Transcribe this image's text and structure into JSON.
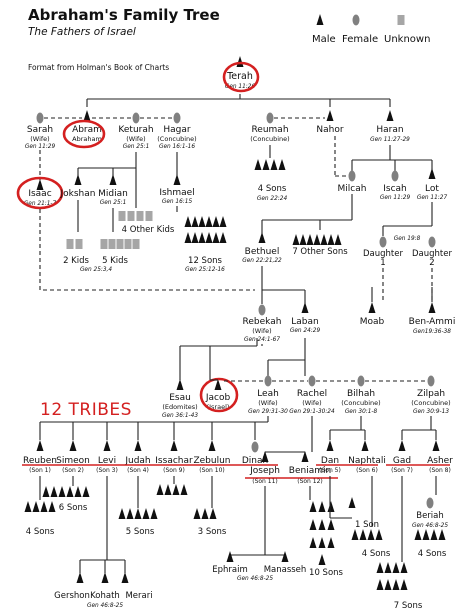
{
  "header": {
    "title": "Abraham's Family Tree",
    "subtitle": "The Fathers of Israel",
    "note": "Format from Holman's Book of Charts",
    "tribes_label": "12 TRIBES"
  },
  "legend": {
    "male": "Male",
    "female": "Female",
    "unknown": "Unknown"
  },
  "colors": {
    "male": "#111111",
    "female": "#808080",
    "unknown": "#a6a6a6",
    "highlight": "#d42020",
    "line": "#222222"
  },
  "people": {
    "terah": {
      "name": "Terah",
      "ref": "Gen 11:26"
    },
    "sarah": {
      "name": "Sarah",
      "role": "(Wife)",
      "ref": "Gen 11:29"
    },
    "abram": {
      "name": "Abram",
      "sub": "Abraham"
    },
    "keturah": {
      "name": "Keturah",
      "role": "(Wife)",
      "ref": "Gen 25:1"
    },
    "hagar": {
      "name": "Hagar",
      "role": "(Concubine)",
      "ref": "Gen 16:1-16"
    },
    "reumah": {
      "name": "Reumah",
      "role": "(Concubine)"
    },
    "nahor": {
      "name": "Nahor"
    },
    "haran": {
      "name": "Haran",
      "ref": "Gen 11:27-29"
    },
    "isaac": {
      "name": "Isaac",
      "ref": "Gen 21:1-7"
    },
    "jokshan": {
      "name": "Jokshan"
    },
    "midian": {
      "name": "Midian",
      "ref": "Gen 25:1"
    },
    "ishmael": {
      "name": "Ishmael",
      "ref": "Gen 16:15"
    },
    "milcah": {
      "name": "Milcah"
    },
    "iscah": {
      "name": "Iscah",
      "ref": "Gen 11:29"
    },
    "lot": {
      "name": "Lot",
      "ref": "Gen 11:27"
    },
    "bethuel": {
      "name": "Bethuel",
      "ref": "Gen 22:21,22"
    },
    "daughter1": {
      "name": "Daughter",
      "num": "1"
    },
    "daughter2": {
      "name": "Daughter",
      "num": "2"
    },
    "daughters_ref": "Gen 19:8",
    "moab": {
      "name": "Moab"
    },
    "benammi": {
      "name": "Ben-Ammi",
      "ref": "Gen19:36-38"
    },
    "rebekah": {
      "name": "Rebekah",
      "role": "(Wife)",
      "ref": "Gen 24:1-67"
    },
    "laban": {
      "name": "Laban",
      "ref": "Gen 24:29"
    },
    "esau": {
      "name": "Esau",
      "role": "(Edomites)",
      "ref": "Gen 36:1-43"
    },
    "jacob": {
      "name": "Jacob",
      "sub": "(Israel)"
    },
    "leah": {
      "name": "Leah",
      "role": "(Wife)",
      "ref": "Gen 29:31-30"
    },
    "rachel": {
      "name": "Rachel",
      "role": "(Wife)",
      "ref": "Gen 29:1-30:24"
    },
    "bilhah": {
      "name": "Bilhah",
      "role": "(Concubine)",
      "ref": "Gen 30:1-8"
    },
    "zilpah": {
      "name": "Zilpah",
      "role": "(Concubine)",
      "ref": "Gen 30:9-13"
    }
  },
  "groups": {
    "reumah_sons": {
      "label": "4 Sons",
      "ref": "Gen 22:24"
    },
    "nahor_other_sons": {
      "label": "7 Other Sons"
    },
    "keturah_other_kids": {
      "label": "4 Other Kids"
    },
    "ishmael_sons": {
      "label": "12 Sons",
      "ref": "Gen 25:12-16"
    },
    "jokshan_kids": {
      "label": "2 Kids"
    },
    "midian_kids": {
      "label": "5 Kids"
    },
    "jokshan_midian_ref": "Gen 25:3,4",
    "reuben_sons": {
      "label": "4 Sons"
    },
    "simeon_sons": {
      "label": "6 Sons"
    },
    "judah_sons": {
      "label": "5 Sons"
    },
    "issachar_sons": {
      "label": "3 Sons"
    },
    "zebulun_sons": {
      "label": "3 Sons"
    },
    "benjamin_sons": {
      "label": "10 Sons"
    },
    "dan_son": {
      "label": "1 Son"
    },
    "naphtali_sons": {
      "label": "4 Sons"
    },
    "gad_sons": {
      "label": "7 Sons"
    },
    "asher_sons": {
      "label": "4 Sons"
    }
  },
  "tribes": [
    {
      "name": "Reuben",
      "son": "(Son 1)"
    },
    {
      "name": "Simeon",
      "son": "(Son 2)"
    },
    {
      "name": "Levi",
      "son": "(Son 3)"
    },
    {
      "name": "Judah",
      "son": "(Son 4)"
    },
    {
      "name": "Issachar",
      "son": "(Son 9)"
    },
    {
      "name": "Zebulun",
      "son": "(Son 10)"
    },
    {
      "name": "Dinah",
      "son": ""
    },
    {
      "name": "Joseph",
      "son": "(Son 11)"
    },
    {
      "name": "Beniamin",
      "son": "(Son 12)"
    },
    {
      "name": "Dan",
      "son": "(Son 5)"
    },
    {
      "name": "Naphtali",
      "son": "(Son 6)"
    },
    {
      "name": "Gad",
      "son": "(Son 7)"
    },
    {
      "name": "Asher",
      "son": "(Son 8)"
    }
  ],
  "grandsons": {
    "gershon": "Gershon",
    "kohath": "Kohath",
    "merari": "Merari",
    "levi_ref": "Gen 46:8-25",
    "ephraim": "Ephraim",
    "manasseh": "Manasseh",
    "joseph_ref": "Gen 46:8-25",
    "beriah": "Beriah",
    "asher_ref": "Gen 46:8-25"
  }
}
